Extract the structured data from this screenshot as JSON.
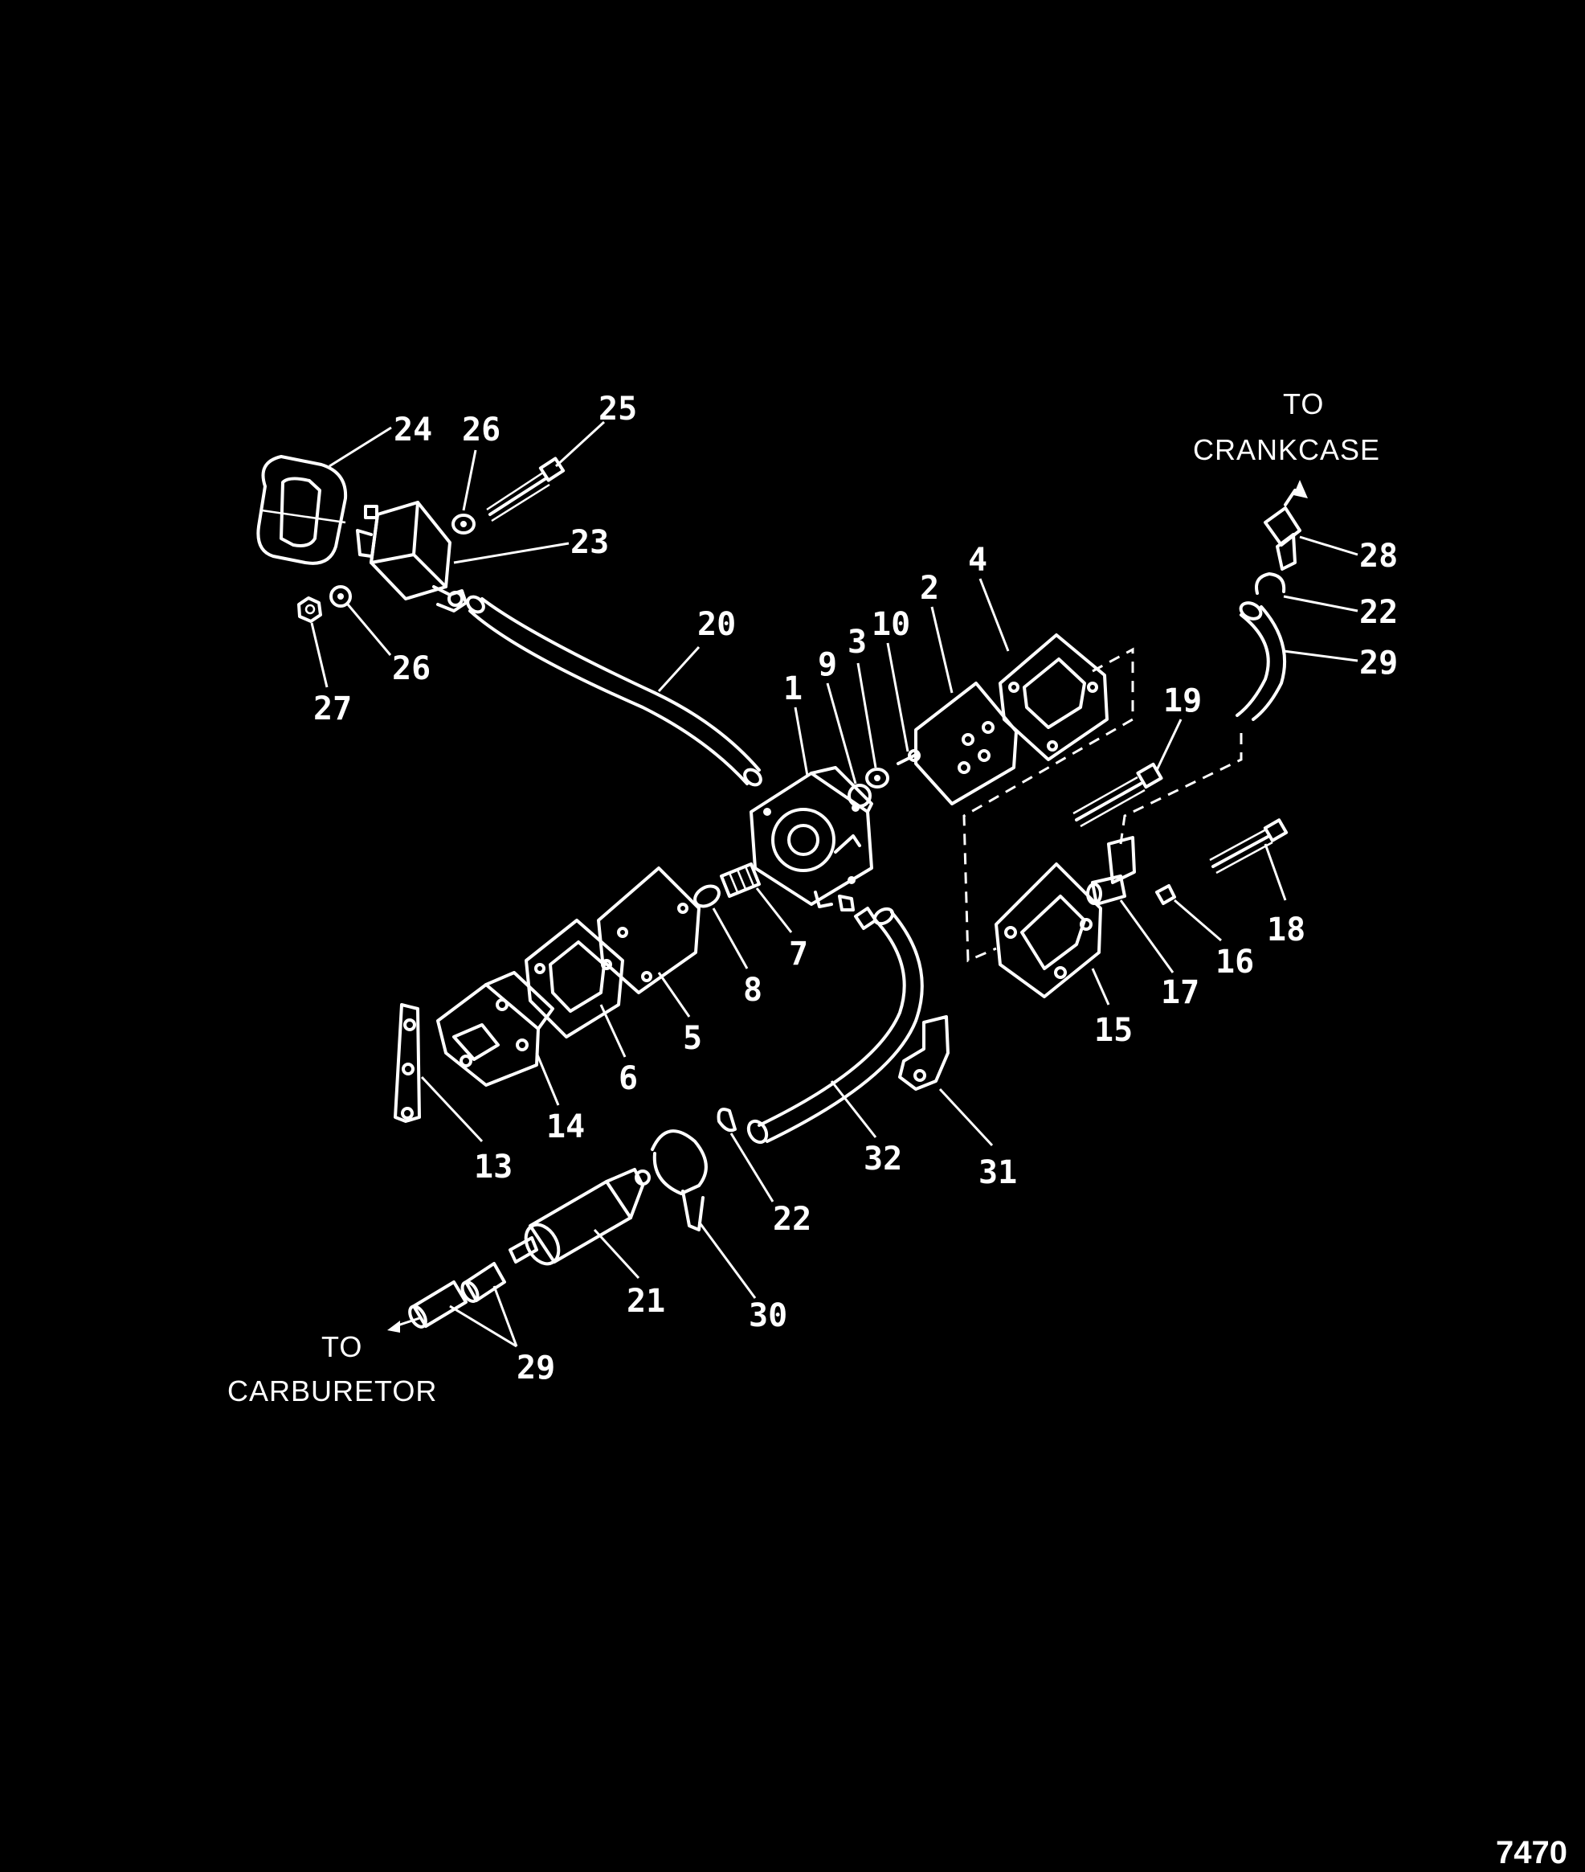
{
  "labels": {
    "to_crankcase_line1": "TO",
    "to_crankcase_line2": "CRANKCASE",
    "to_carburetor_line1": "TO",
    "to_carburetor_line2": "CARBURETOR",
    "figure_number": "7470"
  },
  "callouts": [
    {
      "id": "c24",
      "text": "24"
    },
    {
      "id": "c26a",
      "text": "26"
    },
    {
      "id": "c25",
      "text": "25"
    },
    {
      "id": "c23",
      "text": "23"
    },
    {
      "id": "c26b",
      "text": "26"
    },
    {
      "id": "c27",
      "text": "27"
    },
    {
      "id": "c20",
      "text": "20"
    },
    {
      "id": "c1",
      "text": "1"
    },
    {
      "id": "c9",
      "text": "9"
    },
    {
      "id": "c3",
      "text": "3"
    },
    {
      "id": "c10",
      "text": "10"
    },
    {
      "id": "c2",
      "text": "2"
    },
    {
      "id": "c4",
      "text": "4"
    },
    {
      "id": "c28",
      "text": "28"
    },
    {
      "id": "c22a",
      "text": "22"
    },
    {
      "id": "c29a",
      "text": "29"
    },
    {
      "id": "c19",
      "text": "19"
    },
    {
      "id": "c18",
      "text": "18"
    },
    {
      "id": "c16",
      "text": "16"
    },
    {
      "id": "c17",
      "text": "17"
    },
    {
      "id": "c15",
      "text": "15"
    },
    {
      "id": "c7",
      "text": "7"
    },
    {
      "id": "c8",
      "text": "8"
    },
    {
      "id": "c5",
      "text": "5"
    },
    {
      "id": "c6",
      "text": "6"
    },
    {
      "id": "c14",
      "text": "14"
    },
    {
      "id": "c13",
      "text": "13"
    },
    {
      "id": "c32",
      "text": "32"
    },
    {
      "id": "c31",
      "text": "31"
    },
    {
      "id": "c22b",
      "text": "22"
    },
    {
      "id": "c30",
      "text": "30"
    },
    {
      "id": "c21",
      "text": "21"
    },
    {
      "id": "c29b",
      "text": "29"
    }
  ]
}
